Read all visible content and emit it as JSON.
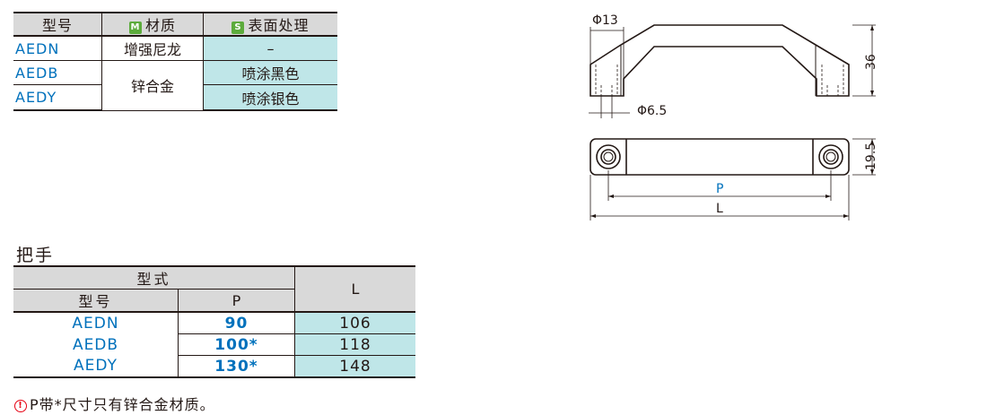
{
  "material_table": {
    "headers": {
      "model": "型号",
      "material_badge": "M",
      "material": "材质",
      "surface_badge": "S",
      "surface": "表面处理"
    },
    "rows": [
      {
        "model": "AEDN",
        "material": "增强尼龙",
        "surface": "–"
      },
      {
        "model": "AEDB",
        "material": "锌合金",
        "surface": "喷涂黑色"
      },
      {
        "model": "AEDY",
        "surface": "喷涂银色"
      }
    ]
  },
  "section_title": "把手",
  "spec_table": {
    "headers": {
      "type": "型式",
      "model": "型号",
      "p": "P",
      "l": "L"
    },
    "rows": [
      {
        "model": "AEDN",
        "p": "90",
        "l": "106"
      },
      {
        "model": "AEDB",
        "p": "100*",
        "l": "118"
      },
      {
        "model": "AEDY",
        "p": "130*",
        "l": "148"
      }
    ]
  },
  "note": {
    "icon": "warning-circle-icon",
    "text": "P带*尺寸只有锌合金材质。"
  },
  "drawing": {
    "dim_phi13": "Φ13",
    "dim_phi6_5": "Φ6.5",
    "dim_36": "36",
    "dim_19_5": "19.5",
    "dim_p": "P",
    "dim_l": "L"
  },
  "colors": {
    "accent_blue": "#0071bc",
    "teal_fill": "#bfe6e8",
    "header_gray": "#d9d9d9",
    "badge_green": "#5cab3c",
    "warning_red": "#e60012"
  }
}
